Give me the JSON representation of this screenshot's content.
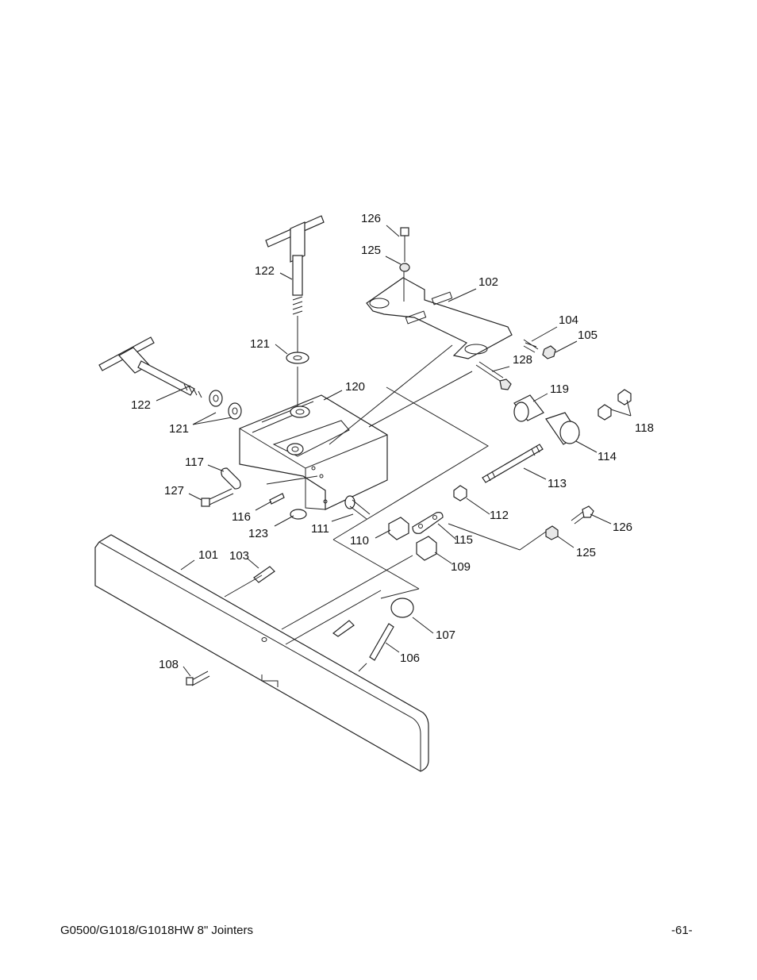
{
  "footer": {
    "model": "G0500/G1018/G1018HW 8\" Jointers",
    "page_number": "-61-"
  },
  "callouts": {
    "c101": "101",
    "c102": "102",
    "c103": "103",
    "c104": "104",
    "c105": "105",
    "c106": "106",
    "c107": "107",
    "c108": "108",
    "c109": "109",
    "c110": "110",
    "c111": "111",
    "c112": "112",
    "c113": "113",
    "c114": "114",
    "c115": "115",
    "c116": "116",
    "c117": "117",
    "c118": "118",
    "c119": "119",
    "c120": "120",
    "c121a": "121",
    "c121b": "121",
    "c122a": "122",
    "c122b": "122",
    "c123": "123",
    "c125a": "125",
    "c125b": "125",
    "c126a": "126",
    "c126b": "126",
    "c127": "127",
    "c128": "128"
  }
}
